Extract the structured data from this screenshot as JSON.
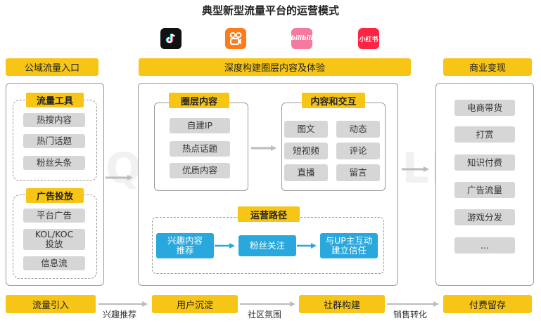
{
  "title": "典型新型流量平台的运营模式",
  "apps": [
    {
      "name": "tiktok-app-icon",
      "color": "#111111"
    },
    {
      "name": "kuaishou-app-icon",
      "color": "#ff7a1a"
    },
    {
      "name": "bilibili-app-icon",
      "color": "#f47aa0",
      "label": "bilibili"
    },
    {
      "name": "xiaohongshu-app-icon",
      "color": "#ff2442",
      "label": "小红书"
    }
  ],
  "left": {
    "header": "公域流量入口",
    "group1": {
      "title": "流量工具",
      "items": [
        "热搜内容",
        "热门话题",
        "粉丝头条"
      ]
    },
    "group2": {
      "title": "广告投放",
      "items": [
        "平台广告",
        "KOL/KOC\n投放",
        "信息流"
      ]
    }
  },
  "middle": {
    "header": "深度构建圈层内容及体验",
    "circle": {
      "title": "圈层内容",
      "items": [
        "自建IP",
        "热点话题",
        "优质内容"
      ]
    },
    "interact": {
      "title": "内容和交互",
      "items": [
        "图文",
        "动态",
        "短视频",
        "评论",
        "直播",
        "留言"
      ]
    },
    "path": {
      "title": "运营路径",
      "steps": [
        "兴趣内容\n推荐",
        "粉丝关注",
        "与UP主互动\n建立信任"
      ]
    }
  },
  "right": {
    "header": "商业变现",
    "items": [
      "电商带货",
      "打赏",
      "知识付费",
      "广告流量",
      "游戏分发",
      "..."
    ]
  },
  "flow": {
    "stages": [
      "流量引入",
      "用户沉淀",
      "社群构建",
      "付费留存"
    ],
    "links": [
      "兴趣推荐",
      "社区氛围",
      "销售转化"
    ]
  },
  "watermark": "QUESTMOBILE",
  "colors": {
    "yellow": "#f7c516",
    "blue": "#29a8de",
    "gray": "#d6d6d6",
    "arrow": "#bdbdbd"
  }
}
